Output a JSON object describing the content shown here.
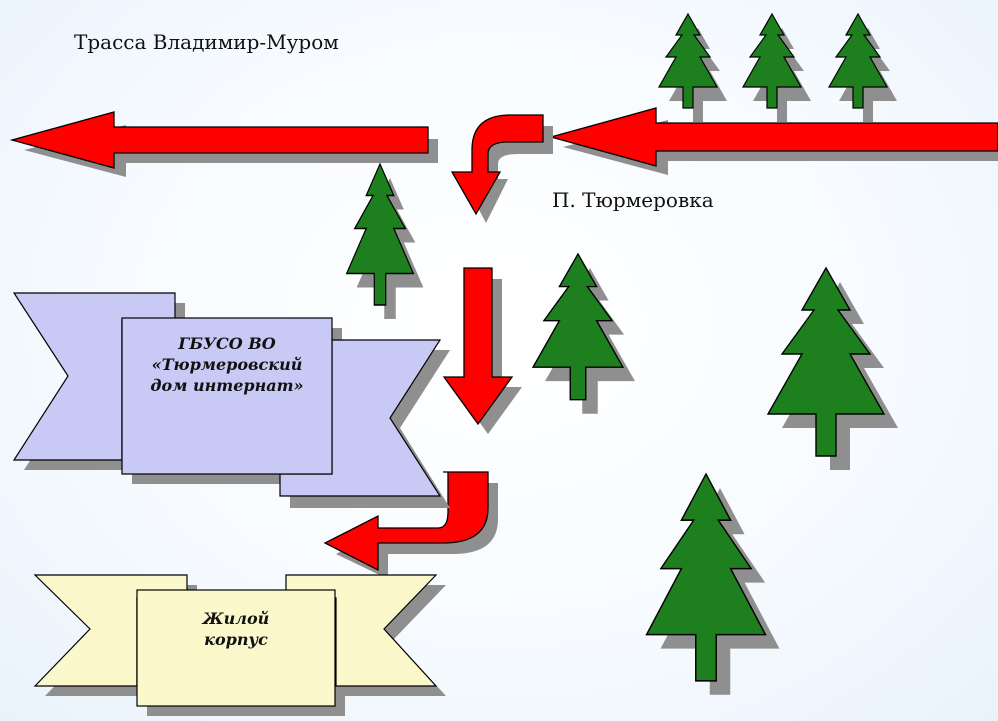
{
  "labels": {
    "highway": "Трасса Владимир-Муром",
    "village": "П. Тюрмеровка"
  },
  "banners": {
    "institution": {
      "line1": "ГБУСО ВО",
      "line2": "«Тюрмеровский",
      "line3": "дом интернат»"
    },
    "residential": {
      "line1": "Жилой",
      "line2": "корпус"
    }
  },
  "colors": {
    "arrow": "#ff0000",
    "tree": "#1e7f1e",
    "banner_blue": "#c9c9f5",
    "banner_yellow": "#fbf9cc",
    "shadow": "#8f8f8f"
  },
  "icons": [
    "tree-icon",
    "arrow-icon",
    "ribbon-banner-icon"
  ]
}
